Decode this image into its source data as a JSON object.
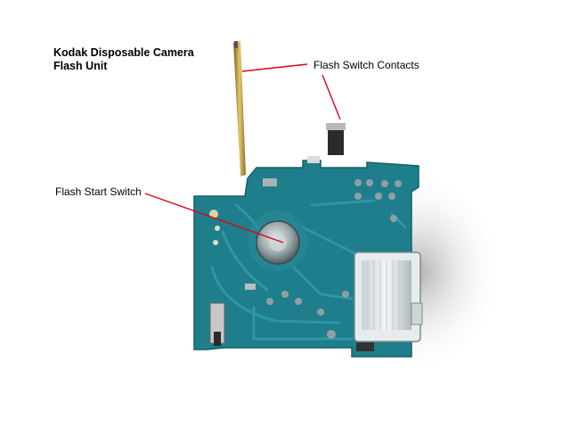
{
  "title": {
    "line1": "Kodak Disposable Camera",
    "line2": "Flash Unit"
  },
  "labels": {
    "flash_switch_contacts": "Flash Switch Contacts",
    "flash_start_switch": "Flash Start Switch"
  },
  "colors": {
    "background": "#ffffff",
    "pcb": "#1f7e8c",
    "trace": "#2e96a6",
    "callout": "#e0001a",
    "gold": "#c9a64a"
  }
}
